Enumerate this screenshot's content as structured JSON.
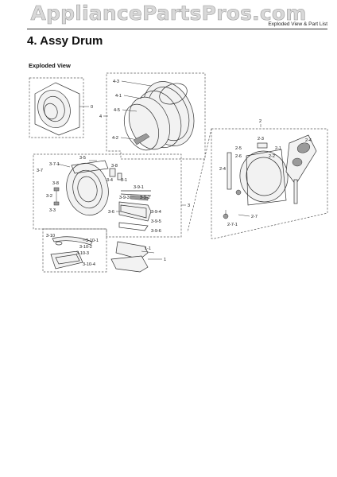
{
  "watermark": "AppliancePartsPros.com",
  "header_tag": "Exploded View & Part List",
  "section_title": "4.  Assy Drum",
  "subtitle": "Exploded View",
  "labels": {
    "l0": "0",
    "l4": "4",
    "l43": "4-3",
    "l41": "4-1",
    "l45": "4-5",
    "l42": "4-2",
    "l35": "3-5",
    "l37": "3-7",
    "l371": "3-7-1",
    "l38a": "3-8",
    "l38b": "3-8",
    "l34": "3-4",
    "l31": "3-1",
    "l32": "3-2",
    "l33": "3-3",
    "l391": "3-9-1",
    "l393": "3-9-3",
    "l392": "3-9-2",
    "l3": "3",
    "l36": "3-6",
    "l394": "3-9-4",
    "l395": "3-9-5",
    "l396": "3-9-6",
    "l310": "3-10",
    "l3101": "3-10-1",
    "l3102": "3-10-2",
    "l3103": "3-10-3",
    "l3104": "3-10-4",
    "l11": "1-1",
    "l1": "1",
    "l2": "2",
    "l23": "2-3",
    "l25": "2-5",
    "l26": "2-6",
    "l21": "2-1",
    "l22": "2-2",
    "l24a": "2-4",
    "l24b": "2-4",
    "l27": "2-7",
    "l271": "2-7-1"
  }
}
